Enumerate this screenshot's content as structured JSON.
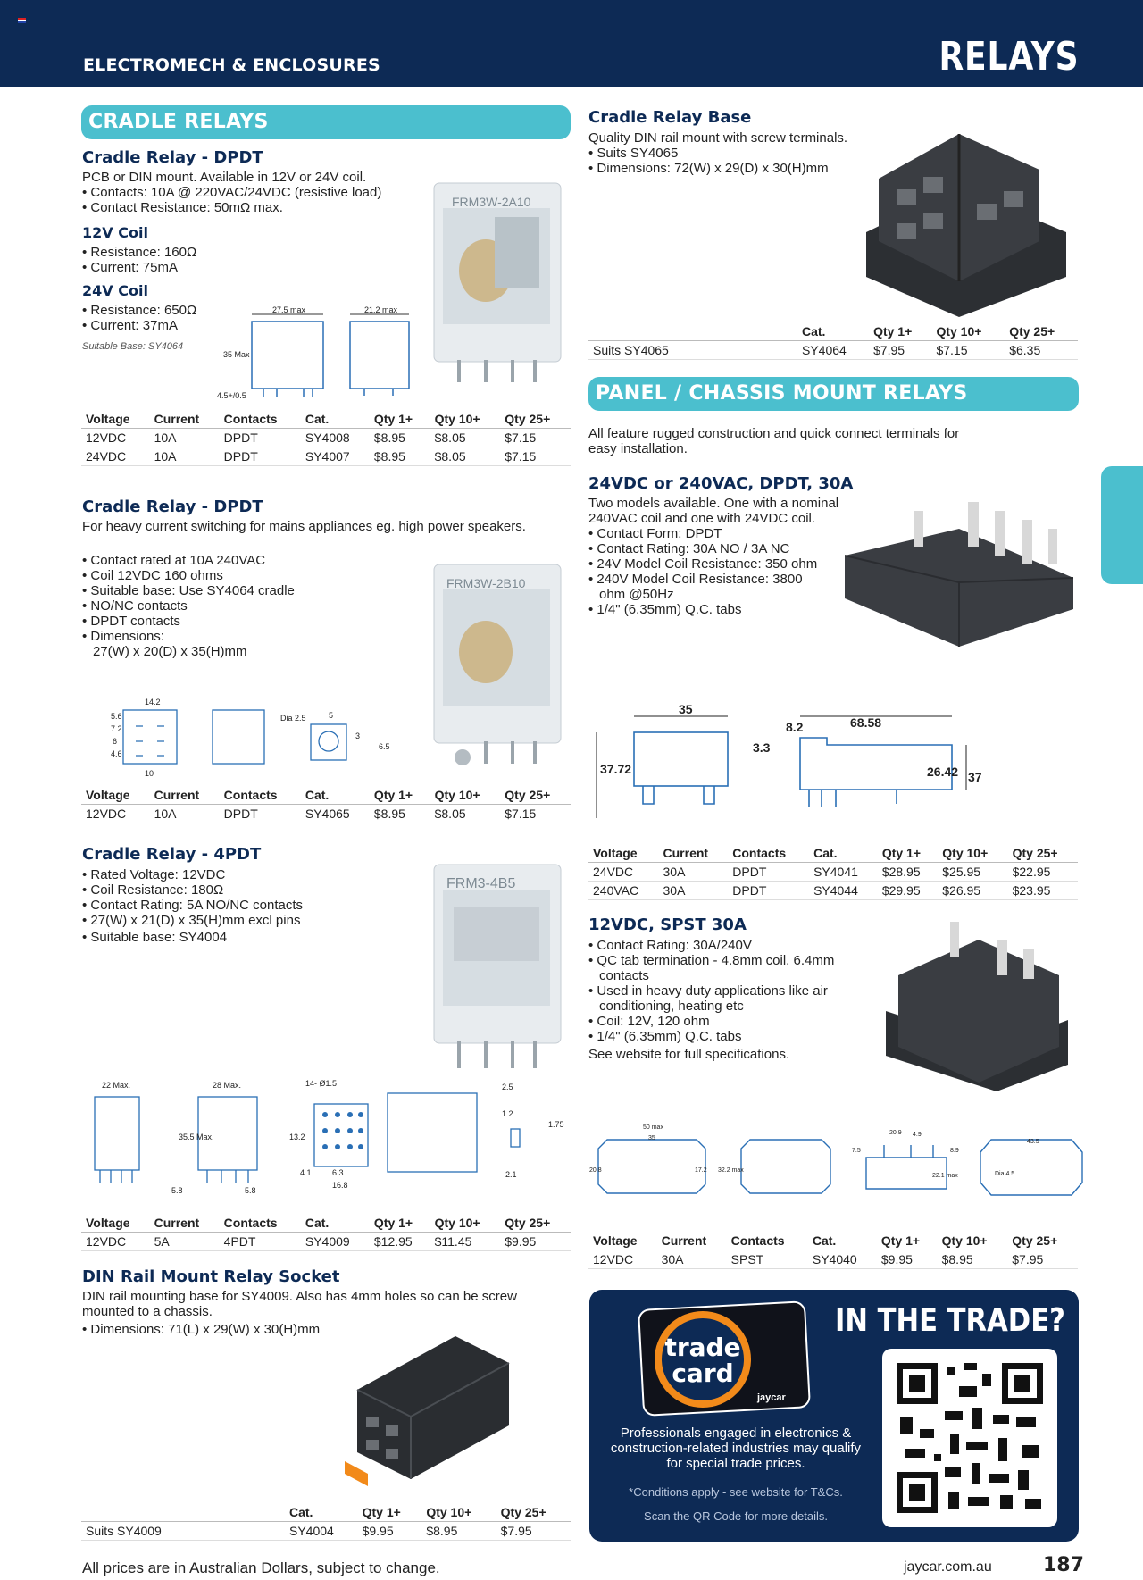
{
  "header": {
    "section": "ELECTROMECH & ENCLOSURES",
    "title": "RELAYS"
  },
  "left": {
    "banner": "CRADLE RELAYS",
    "p1": {
      "title": "Cradle Relay - DPDT",
      "lines": [
        "PCB or DIN mount. Available in 12V or 24V coil.",
        "• Contacts: 10A @ 220VAC/24VDC (resistive load)",
        "• Contact Resistance: 50mΩ max."
      ],
      "coil12_title": "12V Coil",
      "coil12_lines": [
        "• Resistance: 160Ω",
        "• Current: 75mA"
      ],
      "coil24_title": "24V Coil",
      "coil24_lines": [
        "• Resistance: 650Ω",
        "• Current: 37mA"
      ],
      "base_note": "Suitable Base: SY4064",
      "photo_label": "FRM3W-2A10",
      "dims": [
        "27.5 max",
        "21.2 max",
        "35 Max",
        "4.5+/0.5"
      ],
      "table": {
        "headers": [
          "Voltage",
          "Current",
          "Contacts",
          "Cat.",
          "Qty 1+",
          "Qty 10+",
          "Qty 25+"
        ],
        "rows": [
          [
            "12VDC",
            "10A",
            "DPDT",
            "SY4008",
            "$8.95",
            "$8.05",
            "$7.15"
          ],
          [
            "24VDC",
            "10A",
            "DPDT",
            "SY4007",
            "$8.95",
            "$8.05",
            "$7.15"
          ]
        ]
      }
    },
    "p2": {
      "title": "Cradle Relay - DPDT",
      "intro": "For heavy current switching for mains appliances eg. high power speakers.",
      "lines": [
        "• Contact rated at 10A 240VAC",
        "• Coil 12VDC 160 ohms",
        "• Suitable base: Use SY4064 cradle",
        "• NO/NC contacts",
        "• DPDT contacts",
        "• Dimensions:",
        "  27(W) x 20(D) x 35(H)mm"
      ],
      "photo_label": "FRM3W-2B10",
      "dims": [
        "14.2",
        "5.6",
        "7.2",
        "6",
        "4.6",
        "10",
        "Dia 2.5",
        "5",
        "3",
        "6.5"
      ],
      "table": {
        "headers": [
          "Voltage",
          "Current",
          "Contacts",
          "Cat.",
          "Qty 1+",
          "Qty 10+",
          "Qty 25+"
        ],
        "rows": [
          [
            "12VDC",
            "10A",
            "DPDT",
            "SY4065",
            "$8.95",
            "$8.05",
            "$7.15"
          ]
        ]
      }
    },
    "p3": {
      "title": "Cradle Relay - 4PDT",
      "lines": [
        "• Rated Voltage: 12VDC",
        "• Coil Resistance: 180Ω",
        "• Contact Rating: 5A NO/NC contacts",
        "• 27(W) x 21(D) x 35(H)mm excl pins",
        "• Suitable base: SY4004"
      ],
      "photo_label": "FRM3-4B5",
      "dims": [
        "22 Max.",
        "28 Max.",
        "35.5 Max.",
        "5.8",
        "5.8",
        "14- Ø1.5",
        "13.2",
        "4.1",
        "6.3",
        "16.8",
        "2.5",
        "1.2",
        "1.75",
        "2.1"
      ],
      "table": {
        "headers": [
          "Voltage",
          "Current",
          "Contacts",
          "Cat.",
          "Qty 1+",
          "Qty 10+",
          "Qty 25+"
        ],
        "rows": [
          [
            "12VDC",
            "5A",
            "4PDT",
            "SY4009",
            "$12.95",
            "$11.45",
            "$9.95"
          ]
        ]
      }
    },
    "p4": {
      "title": "DIN Rail Mount Relay Socket",
      "lines": [
        "DIN rail mounting base for SY4009. Also has 4mm holes so can be screw",
        "mounted to a chassis.",
        "• Dimensions: 71(L) x 29(W) x 30(H)mm"
      ],
      "table": {
        "headers": [
          "",
          "Cat.",
          "Qty 1+",
          "Qty 10+",
          "Qty 25+"
        ],
        "rows": [
          [
            "Suits SY4009",
            "SY4004",
            "$9.95",
            "$8.95",
            "$7.95"
          ]
        ]
      }
    }
  },
  "right": {
    "base": {
      "title": "Cradle Relay Base",
      "lines": [
        "Quality DIN rail mount with screw terminals.",
        "• Suits SY4065",
        "• Dimensions: 72(W) x 29(D) x 30(H)mm"
      ],
      "table": {
        "headers": [
          "",
          "Cat.",
          "Qty 1+",
          "Qty 10+",
          "Qty 25+"
        ],
        "rows": [
          [
            "Suits SY4065",
            "SY4064",
            "$7.95",
            "$7.15",
            "$6.35"
          ]
        ]
      }
    },
    "banner": "PANEL / CHASSIS MOUNT RELAYS",
    "intro": [
      "All feature rugged construction and quick connect terminals for",
      "easy installation."
    ],
    "p5": {
      "title": "24VDC or 240VAC, DPDT, 30A",
      "lines": [
        "Two models available. One with a nominal",
        "240VAC coil and one with 24VDC coil.",
        "• Contact Form: DPDT",
        "• Contact Rating: 30A NO / 3A NC",
        "• 24V Model Coil Resistance: 350 ohm",
        "• 240V Model Coil Resistance: 3800",
        "  ohm @50Hz",
        "• 1/4\" (6.35mm) Q.C. tabs"
      ],
      "dims": [
        "35",
        "37.72",
        "8.2",
        "68.58",
        "3.3",
        "26.42",
        "37.72"
      ],
      "table": {
        "headers": [
          "Voltage",
          "Current",
          "Contacts",
          "Cat.",
          "Qty 1+",
          "Qty 10+",
          "Qty 25+"
        ],
        "rows": [
          [
            "24VDC",
            "30A",
            "DPDT",
            "SY4041",
            "$28.95",
            "$25.95",
            "$22.95"
          ],
          [
            "240VAC",
            "30A",
            "DPDT",
            "SY4044",
            "$29.95",
            "$26.95",
            "$23.95"
          ]
        ]
      }
    },
    "p6": {
      "title": "12VDC, SPST 30A",
      "lines": [
        "• Contact Rating: 30A/240V",
        "• QC tab termination - 4.8mm coil, 6.4mm",
        "  contacts",
        "• Used in heavy duty applications like air",
        "  conditioning, heating etc",
        "• Coil: 12V, 120 ohm",
        "• 1/4\" (6.35mm) Q.C. tabs",
        "See website for full specifications."
      ],
      "dims": [
        "50 max",
        "35",
        "20.8",
        "17.2",
        "32.2 max",
        "20.9",
        "4.9",
        "7.5",
        "8.9",
        "22.1 max",
        "43.5",
        "Dia 4.5"
      ],
      "table": {
        "headers": [
          "Voltage",
          "Current",
          "Contacts",
          "Cat.",
          "Qty 1+",
          "Qty 10+",
          "Qty 25+"
        ],
        "rows": [
          [
            "12VDC",
            "30A",
            "SPST",
            "SY4040",
            "$9.95",
            "$8.95",
            "$7.95"
          ]
        ]
      }
    },
    "trade": {
      "title": "IN THE TRADE?",
      "card_line1": "trade",
      "card_line2": "card",
      "card_brand": "jaycar",
      "text": "Professionals engaged in electronics & construction-related industries may qualify for special trade prices.",
      "conditions": "*Conditions apply - see website for T&Cs.",
      "scan": "Scan the QR Code for more details."
    }
  },
  "footer": {
    "note": "All prices are in Australian Dollars, subject to change.",
    "site": "jaycar.com.au",
    "page": "187"
  },
  "colors": {
    "navy": "#0d2a55",
    "teal": "#4bbfce",
    "orange": "#f28a1a"
  }
}
